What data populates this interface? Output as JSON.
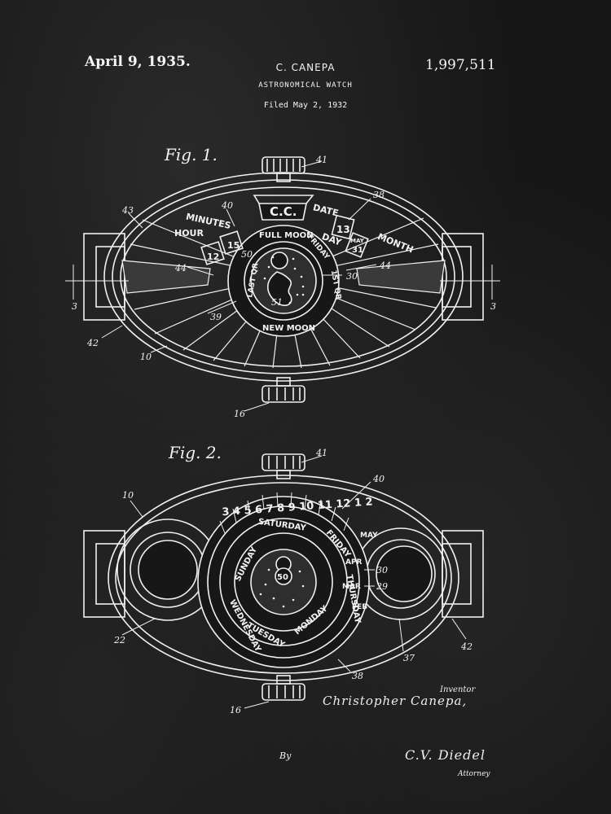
{
  "header": {
    "date": "April 9, 1935.",
    "inventor_name": "C. CANEPA",
    "title": "ASTRONOMICAL WATCH",
    "filed": "Filed May 2, 1932",
    "patent_number": "1,997,511"
  },
  "figure1": {
    "caption": "Fig. 1.",
    "monogram": "C.C.",
    "labels": {
      "minutes": "MINUTES",
      "hour": "HOUR",
      "date": "DATE",
      "day": "DAY",
      "month": "MONTH",
      "full_moon": "FULL MOON",
      "new_moon": "NEW MOON",
      "last_qr": "LAST QR",
      "first_qr": "1ST QR",
      "friday": "FRIDAY",
      "hour_value": "12",
      "minute_value": "15",
      "date_value": "13",
      "month_abbr": "MAY",
      "month_value": "31"
    },
    "refs": {
      "r41": "41",
      "r43": "43",
      "r40": "40",
      "r38": "38",
      "r44a": "44",
      "r44b": "44",
      "r50": "50",
      "r30": "30",
      "r39": "39",
      "r51": "51",
      "r42": "42",
      "r10": "10",
      "r3a": "3",
      "r3b": "3",
      "r16": "16"
    }
  },
  "figure2": {
    "caption": "Fig. 2.",
    "labels": {
      "saturday": "SATURDAY",
      "sunday": "SUNDAY",
      "friday": "FRIDAY",
      "thursday": "THURSDAY",
      "monday": "MONDAY",
      "tuesday": "TUESDAY",
      "wednesday": "WEDNESDAY",
      "apr": "APR",
      "mar": "MAR",
      "feb": "FEB",
      "may": "MAY",
      "center_value": "50",
      "top_numbers": "3 4 5 6 7 8 9 10 11 12 1 2"
    },
    "refs": {
      "r41": "41",
      "r10": "10",
      "r40": "40",
      "r30": "30",
      "r29": "29",
      "r22": "22",
      "r37": "37",
      "r42": "42",
      "r38": "38",
      "r16": "16"
    }
  },
  "signatures": {
    "inventor_label": "Inventor",
    "inventor": "Christopher Canepa,",
    "by": "By",
    "attorney": "C.V. Diedel",
    "attorney_label": "Attorney"
  },
  "colors": {
    "background": "#171717",
    "ink": "#f2f2f2"
  }
}
